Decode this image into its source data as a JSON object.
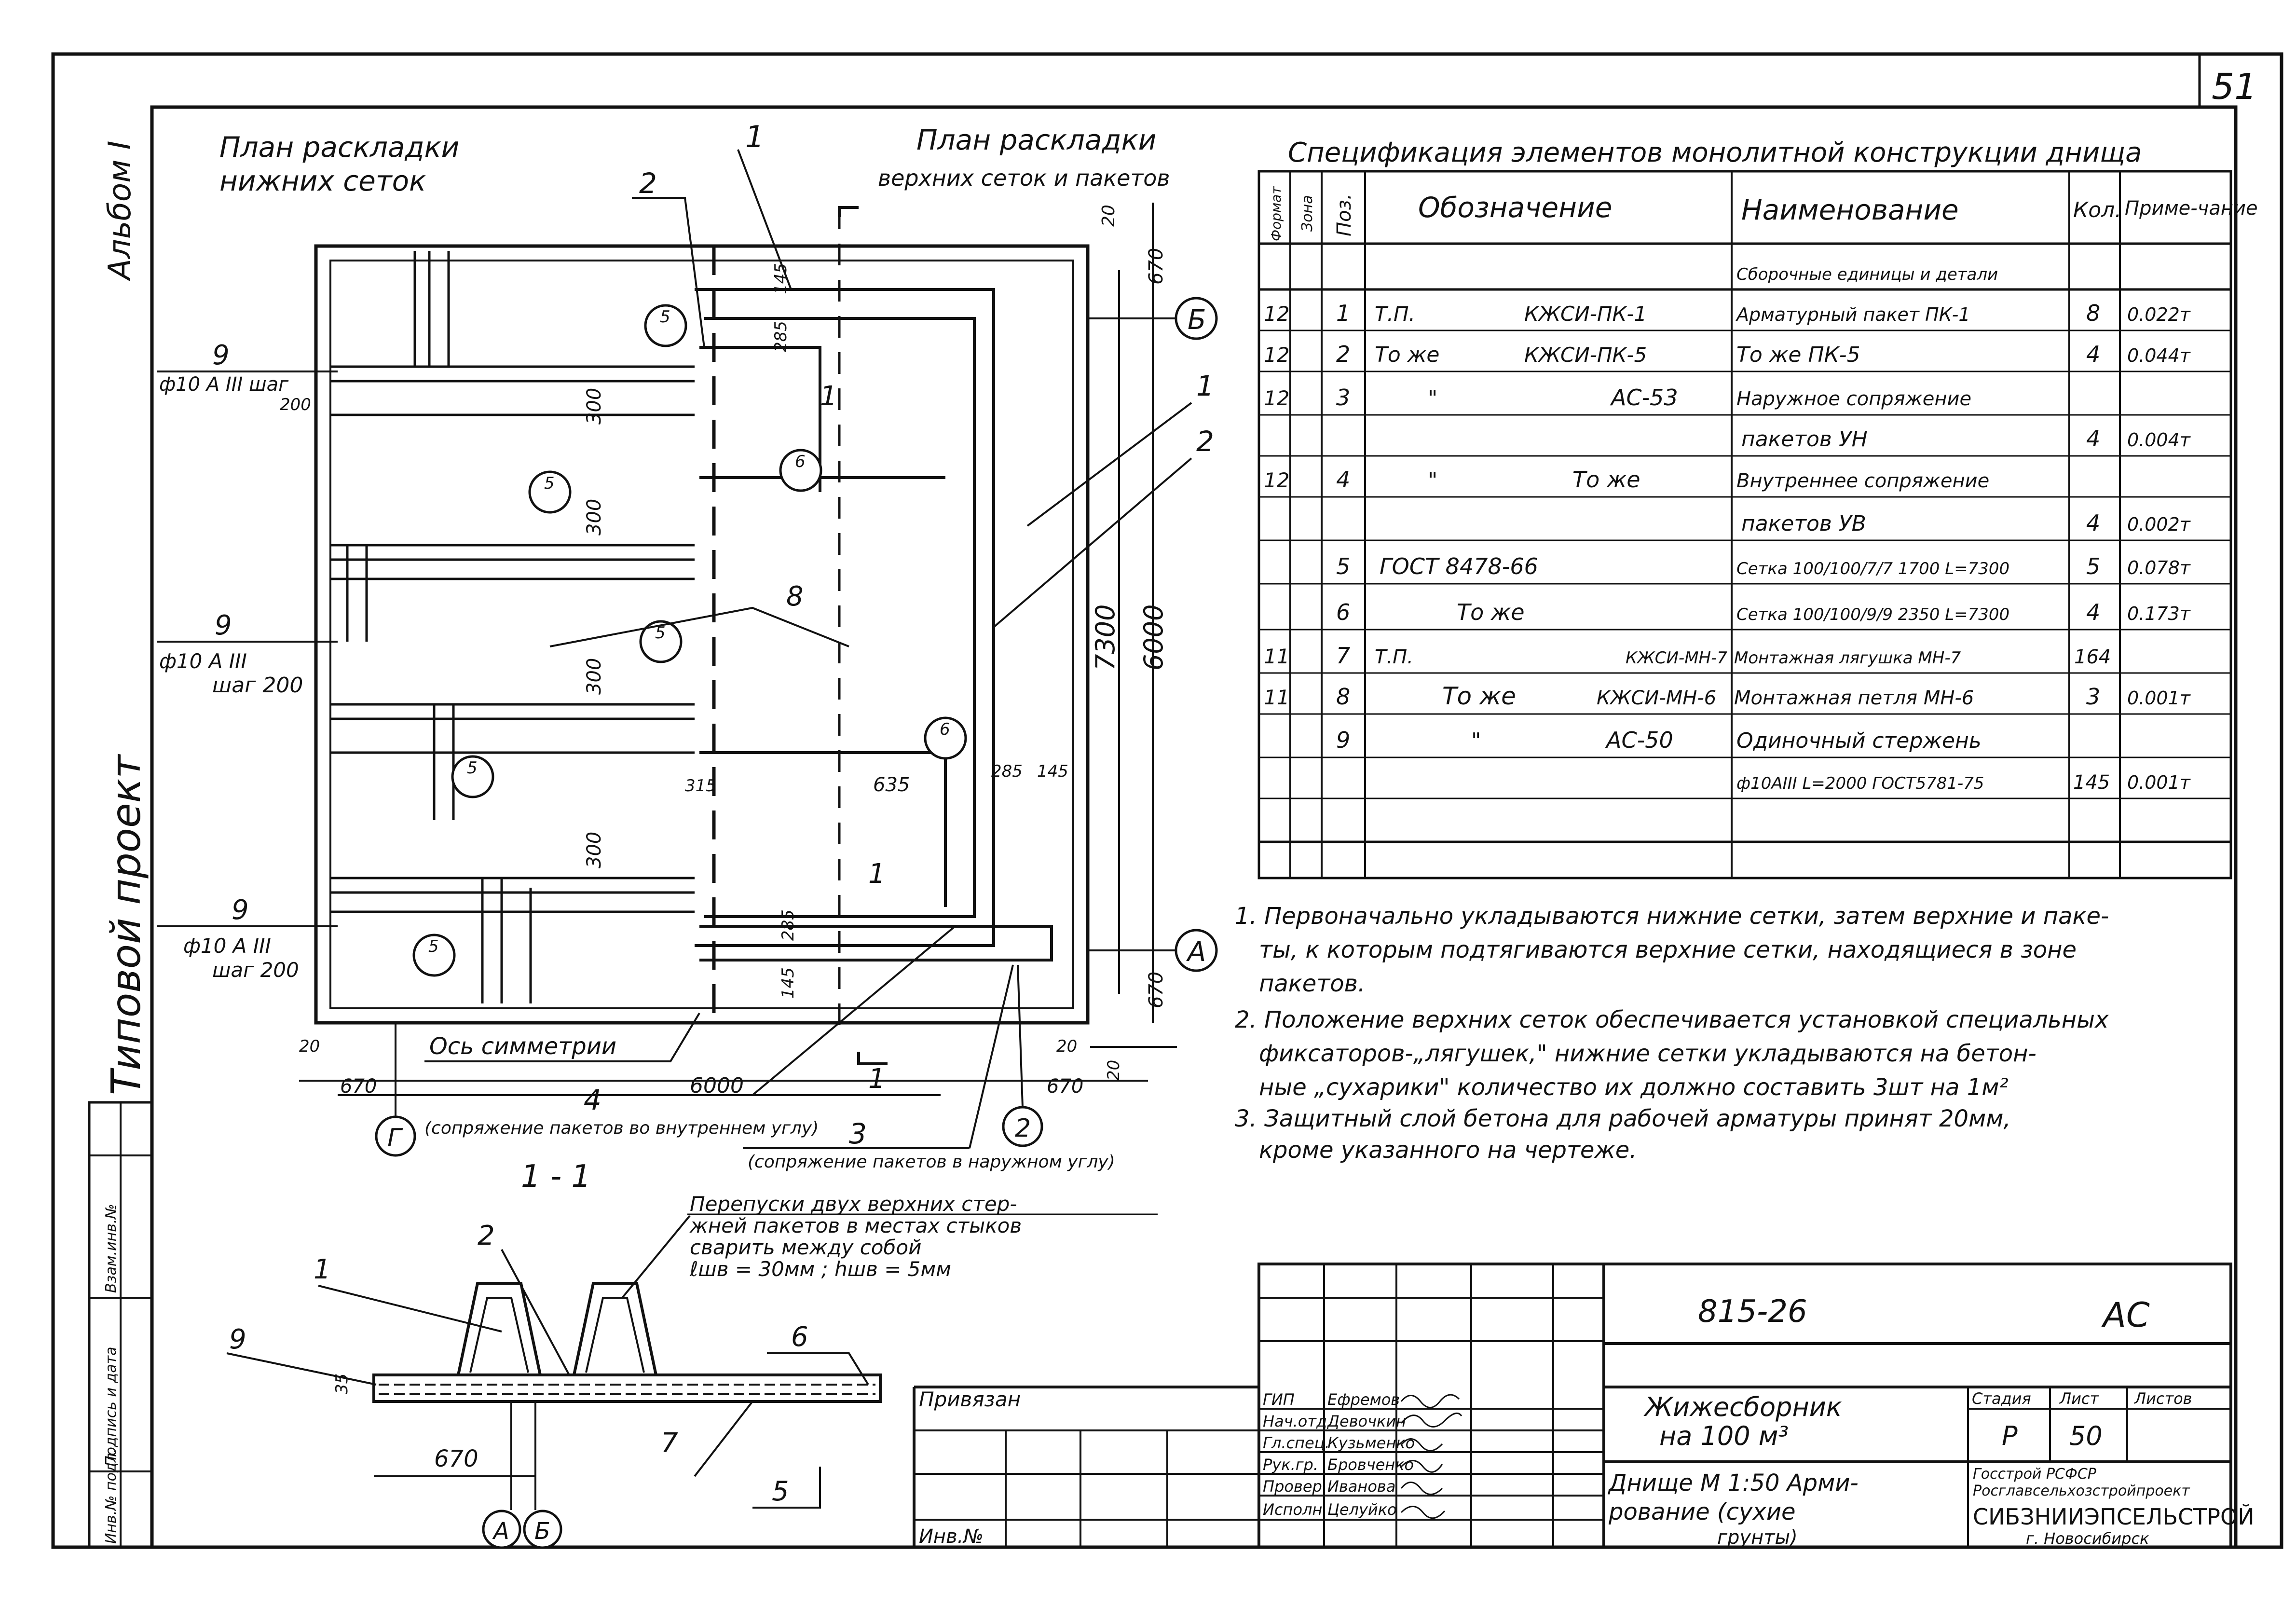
{
  "sheet": {
    "page_number": "51",
    "album_label": "Альбом I",
    "series_label": "Типовой проект",
    "left_stamp": [
      "Инв.№ подл.",
      "Подпись и дата",
      "Взам.инв.№"
    ]
  },
  "plan": {
    "lower_title_1": "План раскладки",
    "lower_title_2": "нижних сеток",
    "upper_title_1": "План раскладки",
    "upper_title_2": "верхних сеток и пакетов",
    "axis_b": "Б",
    "axis_a": "А",
    "axis_g": "Г",
    "axis_2": "2",
    "axis_note_left": "(сопряжение пакетов во внутреннем углу)",
    "axis_note_right": "(сопряжение пакетов в наружном углу)",
    "sym_axis": "Ось симметрии",
    "bar_callouts": [
      {
        "pos": "9",
        "text1": "ф10 А III шаг",
        "text2": "200"
      },
      {
        "pos": "9",
        "text1": "ф10 А III",
        "text2": "шаг 200"
      },
      {
        "pos": "9",
        "text1": "ф10 А III",
        "text2": "шаг 200"
      }
    ],
    "mesh_marks": [
      "5",
      "5",
      "5",
      "5",
      "5",
      "6",
      "6"
    ],
    "mesh_sub": "1",
    "pos_labels": [
      "1",
      "2",
      "1",
      "2",
      "8",
      "4",
      "3"
    ],
    "dims": {
      "d20_top": "20",
      "d670_top": "670",
      "d145_a": "145",
      "d285_a": "285",
      "d300_a": "300",
      "d300_b": "300",
      "d300_c": "300",
      "d300_d": "300",
      "d315": "315",
      "d635": "635",
      "d285_b": "285",
      "d145_b": "145",
      "d285_c": "285",
      "d145_c": "145",
      "d7300": "7300",
      "d6000_v": "6000",
      "d670_bot": "670",
      "d20_bl": "20",
      "d670_bl": "670",
      "d6000_h": "6000",
      "d20_br": "20",
      "d670_br": "670",
      "d20_r": "20"
    },
    "section_mark": "1",
    "section_title": "1 - 1"
  },
  "spec": {
    "title": "Спецификация элементов монолитной конструкции днища",
    "headers": [
      "Формат",
      "Зона",
      "Поз.",
      "Обозначение",
      "Наименование",
      "Кол.",
      "Приме-чание"
    ],
    "rows": [
      {
        "fmt": "",
        "zone": "",
        "pos": "",
        "doc": "",
        "doc2": "",
        "name": "Сборочные единицы и детали",
        "qty": "",
        "note": ""
      },
      {
        "fmt": "12",
        "zone": "",
        "pos": "1",
        "doc": "Т.П.",
        "doc2": "КЖСИ-ПК-1",
        "name": "Арматурный пакет ПК-1",
        "qty": "8",
        "note": "0.022т"
      },
      {
        "fmt": "12",
        "zone": "",
        "pos": "2",
        "doc": "То же",
        "doc2": "КЖСИ-ПК-5",
        "name": "То же          ПК-5",
        "qty": "4",
        "note": "0.044т"
      },
      {
        "fmt": "12",
        "zone": "",
        "pos": "3",
        "doc": "\"",
        "doc2": "АС-53",
        "name": "Наружное сопряжение",
        "qty": "",
        "note": ""
      },
      {
        "fmt": "",
        "zone": "",
        "pos": "",
        "doc": "",
        "doc2": "",
        "name": "пакетов  УН",
        "qty": "4",
        "note": "0.004т"
      },
      {
        "fmt": "12",
        "zone": "",
        "pos": "4",
        "doc": "\"",
        "doc2": "То же",
        "name": "Внутреннее сопряжение",
        "qty": "",
        "note": ""
      },
      {
        "fmt": "",
        "zone": "",
        "pos": "",
        "doc": "",
        "doc2": "",
        "name": "пакетов  УВ",
        "qty": "4",
        "note": "0.002т"
      },
      {
        "fmt": "",
        "zone": "",
        "pos": "5",
        "doc": "ГОСТ 8478-66",
        "doc2": "",
        "name": "Сетка 100/100/7/7 1700  L=7300",
        "qty": "5",
        "note": "0.078т"
      },
      {
        "fmt": "",
        "zone": "",
        "pos": "6",
        "doc": "То же",
        "doc2": "",
        "name": "Сетка 100/100/9/9 2350  L=7300",
        "qty": "4",
        "note": "0.173т"
      },
      {
        "fmt": "11",
        "zone": "",
        "pos": "7",
        "doc": "Т.П.",
        "doc2": "КЖСИ-МН-7",
        "name": "Монтажная лягушка МН-7",
        "qty": "164",
        "note": ""
      },
      {
        "fmt": "11",
        "zone": "",
        "pos": "8",
        "doc": "То же",
        "doc2": "КЖСИ-МН-6",
        "name": "Монтажная петля МН-6",
        "qty": "3",
        "note": "0.001т"
      },
      {
        "fmt": "",
        "zone": "",
        "pos": "9",
        "doc": "\"",
        "doc2": "АС-50",
        "name": "Одиночный стержень",
        "qty": "",
        "note": ""
      },
      {
        "fmt": "",
        "zone": "",
        "pos": "",
        "doc": "",
        "doc2": "",
        "name": "ф10АIII L=2000 ГОСТ5781-75",
        "qty": "145",
        "note": "0.001т"
      },
      {
        "fmt": "",
        "zone": "",
        "pos": "",
        "doc": "",
        "doc2": "",
        "name": "",
        "qty": "",
        "note": ""
      }
    ]
  },
  "notes": [
    "1. Первоначально укладываются нижние сетки, затем верхние и паке-",
    "ты, к которым подтягиваются верхние сетки, находящиеся в зоне",
    "пакетов.",
    "2. Положение верхних сеток обеспечивается установкой специальных",
    "фиксаторов-„лягушек,\" нижние сетки укладываются на бетон-",
    "ные  „сухарики\" количество их  должно составить 3шт на 1м²",
    "3. Защитный слой бетона для рабочей арматуры принят 20мм,",
    "кроме указанного   на чертеже."
  ],
  "section": {
    "weld_note": [
      "Перепуски двух верхних стер-",
      "жней пакетов в местах стыков",
      "сварить между собой",
      "ℓшв = 30мм ;  hшв = 5мм"
    ],
    "labels": [
      "1",
      "2",
      "9",
      "6",
      "7",
      "5"
    ],
    "dim_35": "35",
    "dim_670": "670",
    "axis_a": "А",
    "axis_b": "Б"
  },
  "title_block": {
    "privyazan": "Привязан",
    "inv_no": "Инв.№",
    "roles": [
      "ГИП",
      "Нач.отд.",
      "Гл.спец.",
      "Рук.гр.",
      "Провер.",
      "Исполн."
    ],
    "names": [
      "Ефремов",
      "Девочкин",
      "Кузьменко",
      "Бровченко",
      "Иванова",
      "Целуйко"
    ],
    "doc_code": "815-26",
    "doc_mark": "АС",
    "object_1": "Жижесборник",
    "object_2": "на 100 м³",
    "sheet_title_1": "Днище  М 1:50  Арми-",
    "sheet_title_2": "рование   (сухие",
    "sheet_title_3": "грунты)",
    "col_stage": "Стадия",
    "col_sheet": "Лист",
    "col_sheets": "Листов",
    "stage": "Р",
    "sheet_no": "50",
    "org_1": "Госстрой       РСФСР",
    "org_2": "Росглавсельхозстройпроект",
    "org_3": "СИБЗНИИЭПСЕЛЬСТРОЙ",
    "org_4": "г. Новосибирск"
  }
}
